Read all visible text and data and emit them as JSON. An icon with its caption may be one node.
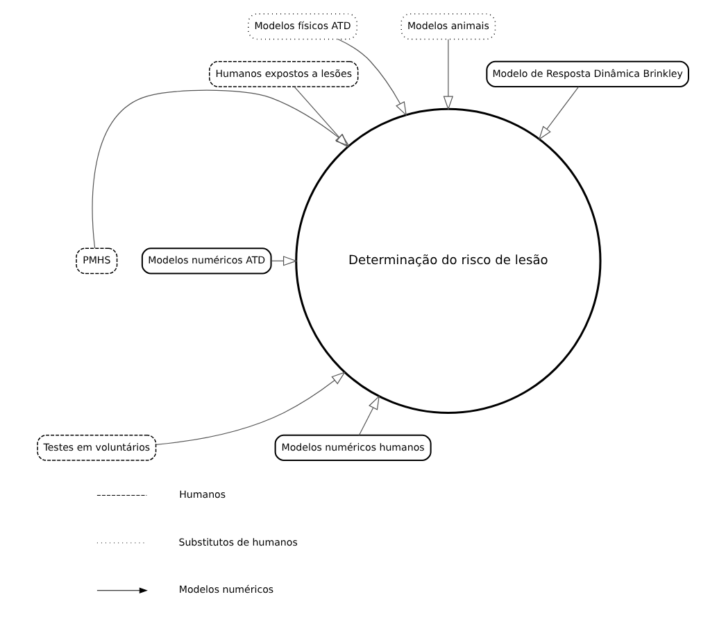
{
  "diagram": {
    "nodes": [
      {
        "text": [
          "Modelos físicos ATD"
        ]
      },
      {
        "text": [
          "Modelos animais"
        ]
      },
      {
        "text": [
          "Humanos expostos a lesões"
        ]
      },
      {
        "text": [
          "Modelo de Resposta Dinâmica Brinkley"
        ]
      },
      {
        "text": [
          "PMHS"
        ]
      },
      {
        "text": [
          "Determinação do risco de lesão"
        ]
      },
      {
        "text": [
          "Modelos numéricos ATD"
        ]
      },
      {
        "text": [
          "Testes em voluntários"
        ]
      },
      {
        "text": [
          "Modelos numéricos humanos"
        ]
      }
    ],
    "edges": [
      {
        "from": 0,
        "to": 5,
        "arrow": "to"
      },
      {
        "from": 1,
        "to": 5,
        "arrow": "to"
      },
      {
        "from": 2,
        "to": 5,
        "arrow": "to"
      },
      {
        "from": 3,
        "to": 5,
        "arrow": "to"
      },
      {
        "from": 4,
        "to": 5,
        "arrow": "to"
      },
      {
        "from": 6,
        "to": 5,
        "arrow": "to"
      },
      {
        "from": 7,
        "to": 5,
        "arrow": "to"
      },
      {
        "from": 8,
        "to": 5,
        "arrow": "to"
      }
    ],
    "legend": [
      {
        "text": "Humanos"
      },
      {
        "text": "Substitutos de humanos"
      },
      {
        "text": "Modelos numéricos"
      }
    ]
  }
}
